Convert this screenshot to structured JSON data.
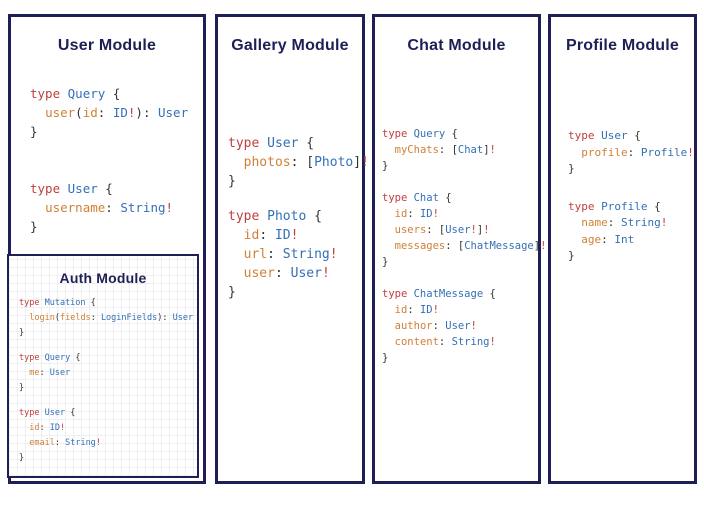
{
  "colors": {
    "navy": "#1e2055",
    "keyword": "#c0403d",
    "type": "#3470b5",
    "field": "#d08137",
    "bang": "#c0403d",
    "punct": "#333333"
  },
  "syntax_legend": {
    "k": "keyword",
    "t": "type-name",
    "f": "field-name",
    "p": "punctuation",
    "b": "non-null-bang"
  },
  "diagram": {
    "panels": {
      "user": {
        "title": "User Module",
        "code": [
          [
            [
              [
                "k",
                "type "
              ],
              [
                "t",
                "Query "
              ],
              [
                "p",
                "{"
              ]
            ],
            [
              [
                "p",
                "  "
              ],
              [
                "f",
                "user"
              ],
              [
                "p",
                "("
              ],
              [
                "f",
                "id"
              ],
              [
                "p",
                ": "
              ],
              [
                "t",
                "ID"
              ],
              [
                "b",
                "!"
              ],
              [
                "p",
                "): "
              ],
              [
                "t",
                "User"
              ]
            ],
            [
              [
                "p",
                "}"
              ]
            ]
          ],
          [
            [
              [
                "k",
                "type "
              ],
              [
                "t",
                "User "
              ],
              [
                "p",
                "{"
              ]
            ],
            [
              [
                "p",
                "  "
              ],
              [
                "f",
                "username"
              ],
              [
                "p",
                ": "
              ],
              [
                "t",
                "String"
              ],
              [
                "b",
                "!"
              ]
            ],
            [
              [
                "p",
                "}"
              ]
            ]
          ]
        ]
      },
      "auth": {
        "title": "Auth Module",
        "code": [
          [
            [
              [
                "k",
                "type "
              ],
              [
                "t",
                "Mutation "
              ],
              [
                "p",
                "{"
              ]
            ],
            [
              [
                "p",
                "  "
              ],
              [
                "f",
                "login"
              ],
              [
                "p",
                "("
              ],
              [
                "f",
                "fields"
              ],
              [
                "p",
                ": "
              ],
              [
                "t",
                "LoginFields"
              ],
              [
                "p",
                "): "
              ],
              [
                "t",
                "User"
              ]
            ],
            [
              [
                "p",
                "}"
              ]
            ]
          ],
          [
            [
              [
                "k",
                "type "
              ],
              [
                "t",
                "Query "
              ],
              [
                "p",
                "{"
              ]
            ],
            [
              [
                "p",
                "  "
              ],
              [
                "f",
                "me"
              ],
              [
                "p",
                ": "
              ],
              [
                "t",
                "User"
              ]
            ],
            [
              [
                "p",
                "}"
              ]
            ]
          ],
          [
            [
              [
                "k",
                "type "
              ],
              [
                "t",
                "User "
              ],
              [
                "p",
                "{"
              ]
            ],
            [
              [
                "p",
                "  "
              ],
              [
                "f",
                "id"
              ],
              [
                "p",
                ": "
              ],
              [
                "t",
                "ID"
              ],
              [
                "b",
                "!"
              ]
            ],
            [
              [
                "p",
                "  "
              ],
              [
                "f",
                "email"
              ],
              [
                "p",
                ": "
              ],
              [
                "t",
                "String"
              ],
              [
                "b",
                "!"
              ]
            ],
            [
              [
                "p",
                "}"
              ]
            ]
          ]
        ]
      },
      "gallery": {
        "title": "Gallery Module",
        "code": [
          [
            [
              [
                "k",
                "type "
              ],
              [
                "t",
                "User "
              ],
              [
                "p",
                "{"
              ]
            ],
            [
              [
                "p",
                "  "
              ],
              [
                "f",
                "photos"
              ],
              [
                "p",
                ": ["
              ],
              [
                "t",
                "Photo"
              ],
              [
                "p",
                "]"
              ],
              [
                "b",
                "!"
              ]
            ],
            [
              [
                "p",
                "}"
              ]
            ]
          ],
          [
            [
              [
                "k",
                "type "
              ],
              [
                "t",
                "Photo "
              ],
              [
                "p",
                "{"
              ]
            ],
            [
              [
                "p",
                "  "
              ],
              [
                "f",
                "id"
              ],
              [
                "p",
                ": "
              ],
              [
                "t",
                "ID"
              ],
              [
                "b",
                "!"
              ]
            ],
            [
              [
                "p",
                "  "
              ],
              [
                "f",
                "url"
              ],
              [
                "p",
                ": "
              ],
              [
                "t",
                "String"
              ],
              [
                "b",
                "!"
              ]
            ],
            [
              [
                "p",
                "  "
              ],
              [
                "f",
                "user"
              ],
              [
                "p",
                ": "
              ],
              [
                "t",
                "User"
              ],
              [
                "b",
                "!"
              ]
            ],
            [
              [
                "p",
                "}"
              ]
            ]
          ]
        ]
      },
      "chat": {
        "title": "Chat Module",
        "code": [
          [
            [
              [
                "k",
                "type "
              ],
              [
                "t",
                "Query "
              ],
              [
                "p",
                "{"
              ]
            ],
            [
              [
                "p",
                "  "
              ],
              [
                "f",
                "myChats"
              ],
              [
                "p",
                ": ["
              ],
              [
                "t",
                "Chat"
              ],
              [
                "p",
                "]"
              ],
              [
                "b",
                "!"
              ]
            ],
            [
              [
                "p",
                "}"
              ]
            ]
          ],
          [
            [
              [
                "k",
                "type "
              ],
              [
                "t",
                "Chat "
              ],
              [
                "p",
                "{"
              ]
            ],
            [
              [
                "p",
                "  "
              ],
              [
                "f",
                "id"
              ],
              [
                "p",
                ": "
              ],
              [
                "t",
                "ID"
              ],
              [
                "b",
                "!"
              ]
            ],
            [
              [
                "p",
                "  "
              ],
              [
                "f",
                "users"
              ],
              [
                "p",
                ": ["
              ],
              [
                "t",
                "User"
              ],
              [
                "b",
                "!"
              ],
              [
                "p",
                "]"
              ],
              [
                "b",
                "!"
              ]
            ],
            [
              [
                "p",
                "  "
              ],
              [
                "f",
                "messages"
              ],
              [
                "p",
                ": ["
              ],
              [
                "t",
                "ChatMessage"
              ],
              [
                "p",
                "]"
              ],
              [
                "b",
                "!"
              ]
            ],
            [
              [
                "p",
                "}"
              ]
            ]
          ],
          [
            [
              [
                "k",
                "type "
              ],
              [
                "t",
                "ChatMessage "
              ],
              [
                "p",
                "{"
              ]
            ],
            [
              [
                "p",
                "  "
              ],
              [
                "f",
                "id"
              ],
              [
                "p",
                ": "
              ],
              [
                "t",
                "ID"
              ],
              [
                "b",
                "!"
              ]
            ],
            [
              [
                "p",
                "  "
              ],
              [
                "f",
                "author"
              ],
              [
                "p",
                ": "
              ],
              [
                "t",
                "User"
              ],
              [
                "b",
                "!"
              ]
            ],
            [
              [
                "p",
                "  "
              ],
              [
                "f",
                "content"
              ],
              [
                "p",
                ": "
              ],
              [
                "t",
                "String"
              ],
              [
                "b",
                "!"
              ]
            ],
            [
              [
                "p",
                "}"
              ]
            ]
          ]
        ]
      },
      "profile": {
        "title": "Profile Module",
        "code": [
          [
            [
              [
                "k",
                "type "
              ],
              [
                "t",
                "User "
              ],
              [
                "p",
                "{"
              ]
            ],
            [
              [
                "p",
                "  "
              ],
              [
                "f",
                "profile"
              ],
              [
                "p",
                ": "
              ],
              [
                "t",
                "Profile"
              ],
              [
                "b",
                "!"
              ]
            ],
            [
              [
                "p",
                "}"
              ]
            ]
          ],
          [
            [
              [
                "k",
                "type "
              ],
              [
                "t",
                "Profile "
              ],
              [
                "p",
                "{"
              ]
            ],
            [
              [
                "p",
                "  "
              ],
              [
                "f",
                "name"
              ],
              [
                "p",
                ": "
              ],
              [
                "t",
                "String"
              ],
              [
                "b",
                "!"
              ]
            ],
            [
              [
                "p",
                "  "
              ],
              [
                "f",
                "age"
              ],
              [
                "p",
                ": "
              ],
              [
                "t",
                "Int"
              ]
            ],
            [
              [
                "p",
                "}"
              ]
            ]
          ]
        ]
      }
    }
  }
}
